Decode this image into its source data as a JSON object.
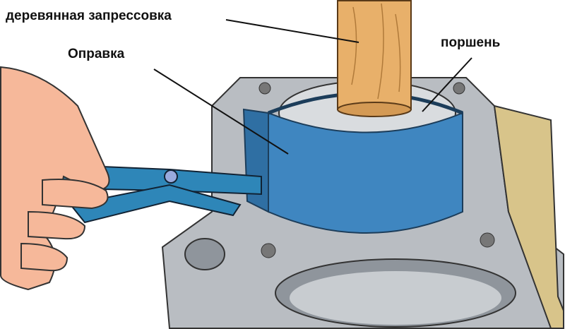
{
  "labels": {
    "wooden_press": "деревянная запрессовка",
    "mandrel": "Оправка",
    "piston": "поршень"
  },
  "colors": {
    "block": "#b9bdc2",
    "ring": "#3f86c0",
    "wood": "#e8b06a",
    "skin": "#f6b89a",
    "pliers": "#2e86b8"
  }
}
